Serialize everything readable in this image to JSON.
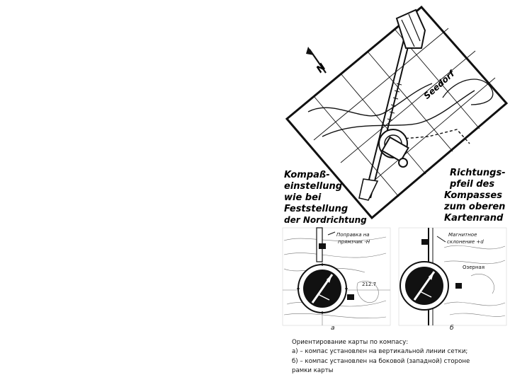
{
  "figure_top": {
    "north_marker": "N",
    "place_label": "Seedorf",
    "left_annotation": [
      "Kompaß-",
      "einstellung",
      "wie bei",
      "Feststellung",
      "der Nordrichtung"
    ],
    "right_annotation": [
      "Richtungs-",
      "pfeil des",
      "Kompasses",
      "zum oberen",
      "Kartenrand"
    ]
  },
  "figure_bottom": {
    "panel_a": {
      "callout": [
        "Поправка на",
        "прямзчик -Н"
      ],
      "map_label": "212.7",
      "panel_letter": "а"
    },
    "panel_b": {
      "callout": [
        "Магнитное",
        "склонение +d"
      ],
      "map_label": "Озерная",
      "panel_letter": "б"
    }
  },
  "caption": {
    "lines": [
      "Ориентирование карты по компасу:",
      "а) – компас установлен на вертикальной линии сетки;",
      "б) – компас установлен на боковой (западной) стороне",
      "рамки карты"
    ]
  },
  "colors": {
    "ink": "#111111",
    "background": "#ffffff"
  }
}
